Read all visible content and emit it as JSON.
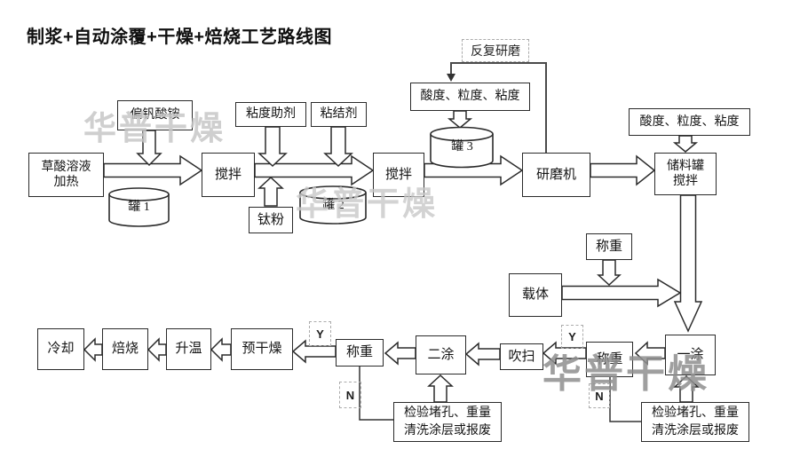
{
  "title": "制浆+自动涂覆+干燥+焙烧工艺路线图",
  "watermark": "华普干燥",
  "nodes": {
    "feed": "偏钒酸铵",
    "oxalic": "草酸溶液\n加热",
    "stir1": "搅拌",
    "viscosity_aid": "粘度助剂",
    "binder": "粘结剂",
    "titanium_powder": "钛粉",
    "stir2": "搅拌",
    "quality_left": "酸度、粒度、粘度",
    "regrind": "反复研磨",
    "grinder": "研磨机",
    "quality_right": "酸度、粒度、粘度",
    "storage_stir": "储料罐\n搅拌",
    "weigh_mid": "称重",
    "carrier": "载体",
    "first_coat": "一涂",
    "weigh_right": "称重",
    "blow": "吹扫",
    "second_coat": "二涂",
    "weigh_left": "称重",
    "predry": "预干燥",
    "heat_up": "升温",
    "roast": "焙烧",
    "cool": "冷却",
    "inspect_left": "检验堵孔、重量\n清洗涂层或报废",
    "inspect_right": "检验堵孔、重量\n清洗涂层或报废"
  },
  "tanks": {
    "t1": "罐 1",
    "t2": "罐 2",
    "t3": "罐 3"
  },
  "decision": {
    "yes": "Y",
    "no": "N"
  }
}
